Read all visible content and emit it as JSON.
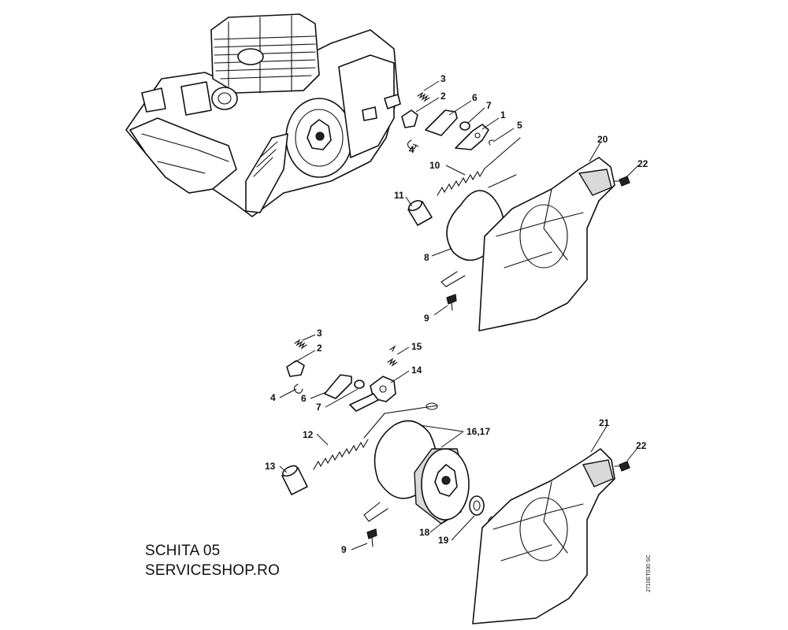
{
  "caption": {
    "line1": "SCHITA 05",
    "line2": "SERVICESHOP.RO"
  },
  "drawing_code": "2710ET030 SC",
  "callouts": {
    "top": [
      "1",
      "2",
      "3",
      "4",
      "5",
      "6",
      "7",
      "8",
      "9",
      "10",
      "11",
      "20",
      "22"
    ],
    "bottom": [
      "2",
      "3",
      "4",
      "6",
      "7",
      "9",
      "12",
      "13",
      "14",
      "15",
      "16,17",
      "18",
      "19",
      "21",
      "22"
    ]
  },
  "labels": {
    "t1": "1",
    "t2": "2",
    "t3": "3",
    "t4": "4",
    "t5": "5",
    "t6": "6",
    "t7": "7",
    "t8": "8",
    "t9": "9",
    "t10": "10",
    "t11": "11",
    "t20": "20",
    "t22": "22",
    "b2": "2",
    "b3": "3",
    "b4": "4",
    "b6": "6",
    "b7": "7",
    "b9": "9",
    "b12": "12",
    "b13": "13",
    "b14": "14",
    "b15": "15",
    "b1617": "16,17",
    "b18": "18",
    "b19": "19",
    "b21": "21",
    "b22": "22"
  }
}
